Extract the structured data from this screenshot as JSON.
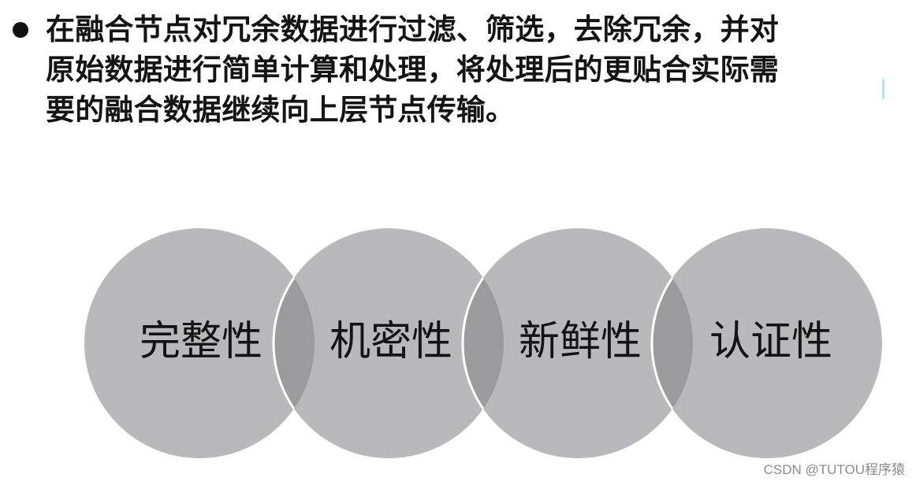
{
  "bullet": {
    "icon": "bullet-dot",
    "lines": [
      "在融合节点对冗余数据进行过滤、筛选，去除冗余，并对",
      "原始数据进行简单计算和处理，将处理后的更贴合实际需",
      "要的融合数据继续向上层节点传输。"
    ]
  },
  "diagram": {
    "type": "overlapping-circles",
    "circle_fill": "#b9b9bb",
    "overlap_fill": "#9b9b9d",
    "outline_color": "#ffffff",
    "circles": [
      {
        "label": "完整性"
      },
      {
        "label": "机密性"
      },
      {
        "label": "新鲜性"
      },
      {
        "label": "认证性"
      }
    ]
  },
  "watermark": "CSDN @TUTOU程序猿"
}
